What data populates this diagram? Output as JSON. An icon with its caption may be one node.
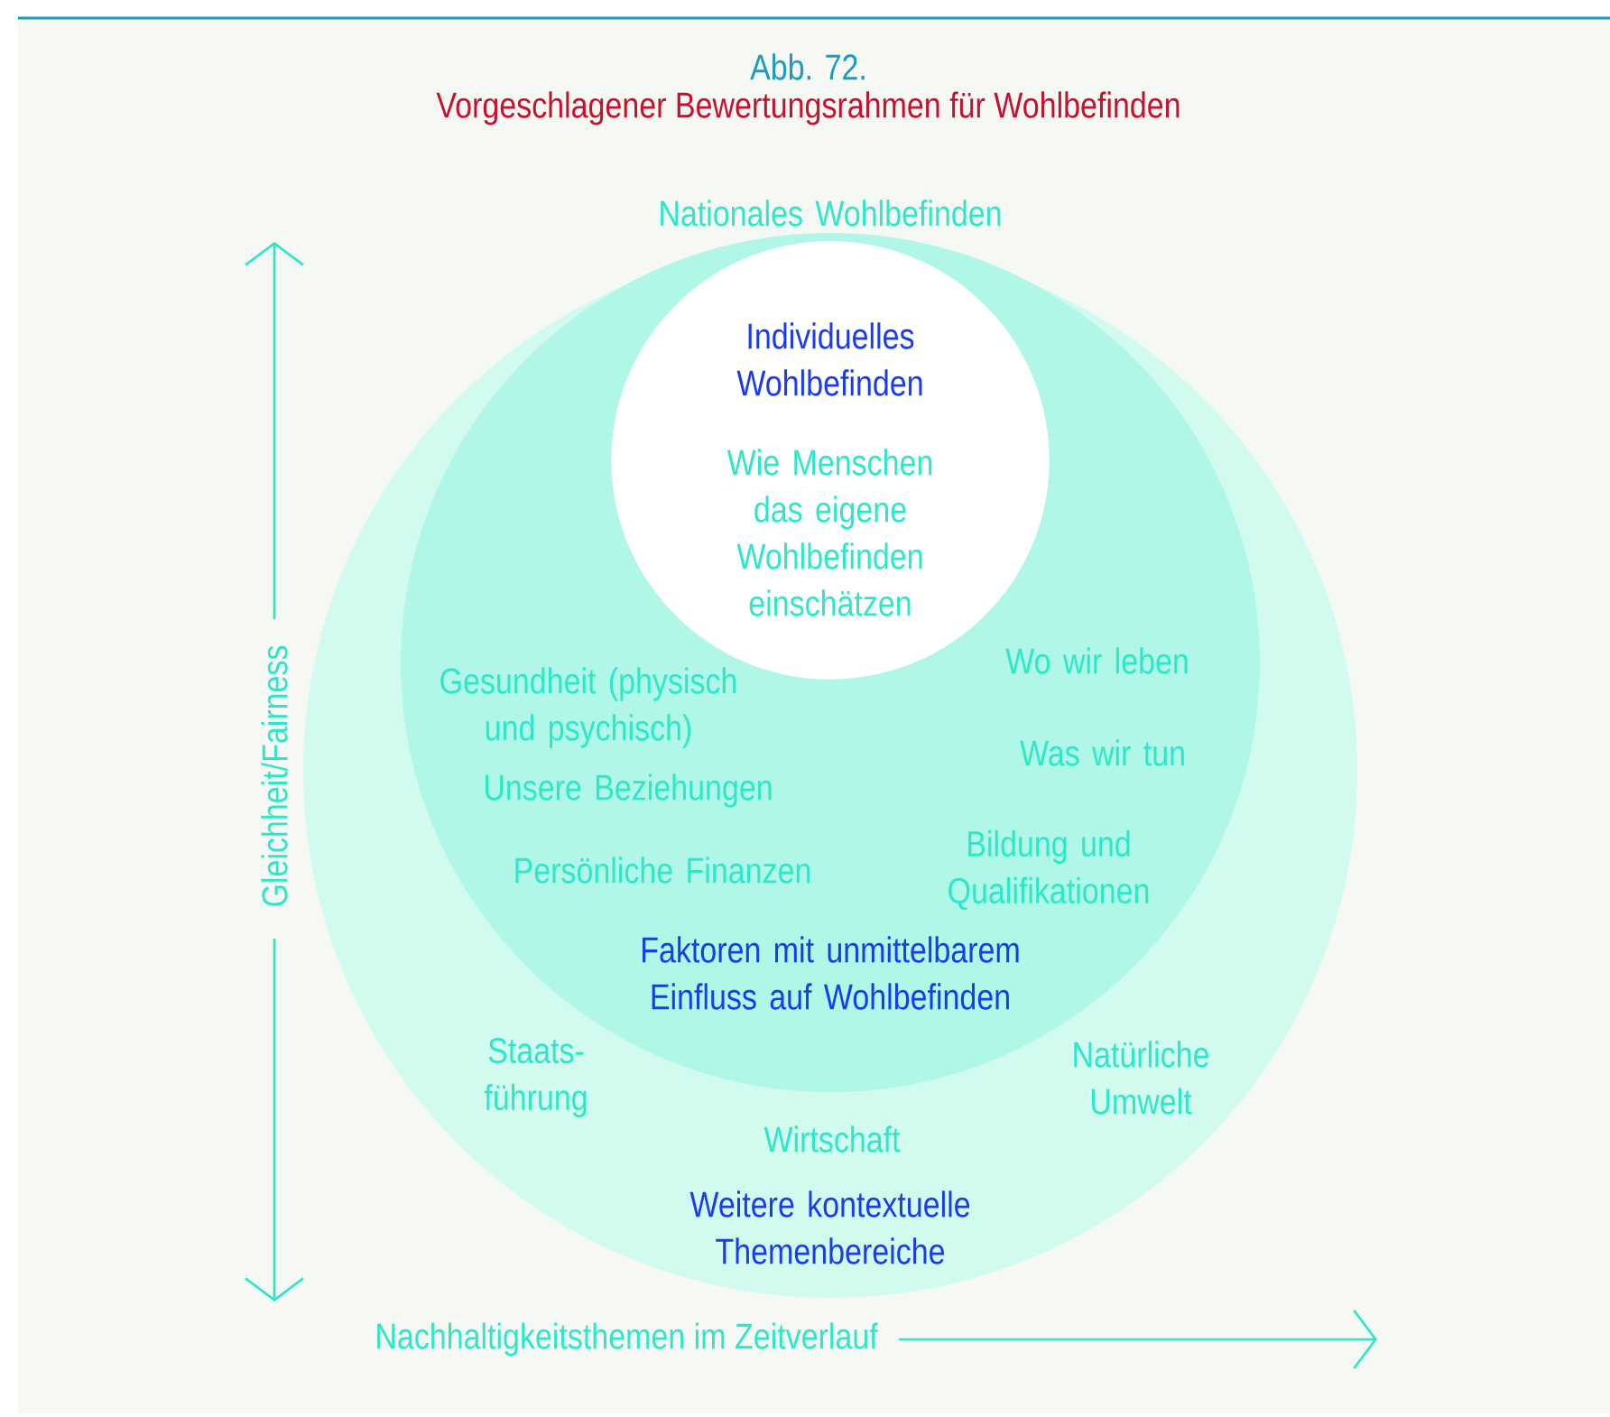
{
  "diagram": {
    "title": "Vorgeschlagener Bewertungsrahmen für Wohlbefinden",
    "nodes": [
      {
        "text": [
          "Nationales Wohlbefinden",
          "Staats- führung",
          "Natürliche Umwelt",
          "Wirtschaft",
          "Weitere kontextuelle Themenbereiche"
        ]
      },
      {
        "text": [
          "Gesundheit (physisch und psychisch)",
          "Wo wir leben",
          "Was wir tun",
          "Unsere Beziehungen",
          "Persönliche Finanzen",
          "Bildung und Qualifikationen",
          "Faktoren mit unmittelbarem Einfluss auf Wohlbefinden"
        ],
        "in": 0
      },
      {
        "text": [
          "Individuelles Wohlbefinden",
          "Wie Menschen das eigene Wohlbefinden einschätzen"
        ],
        "in": 1
      }
    ],
    "labels": [
      "Abb. 72.",
      "Gleichheit/Fairness",
      "Nachhaltigkeitsthemen im Zeitverlauf"
    ]
  }
}
